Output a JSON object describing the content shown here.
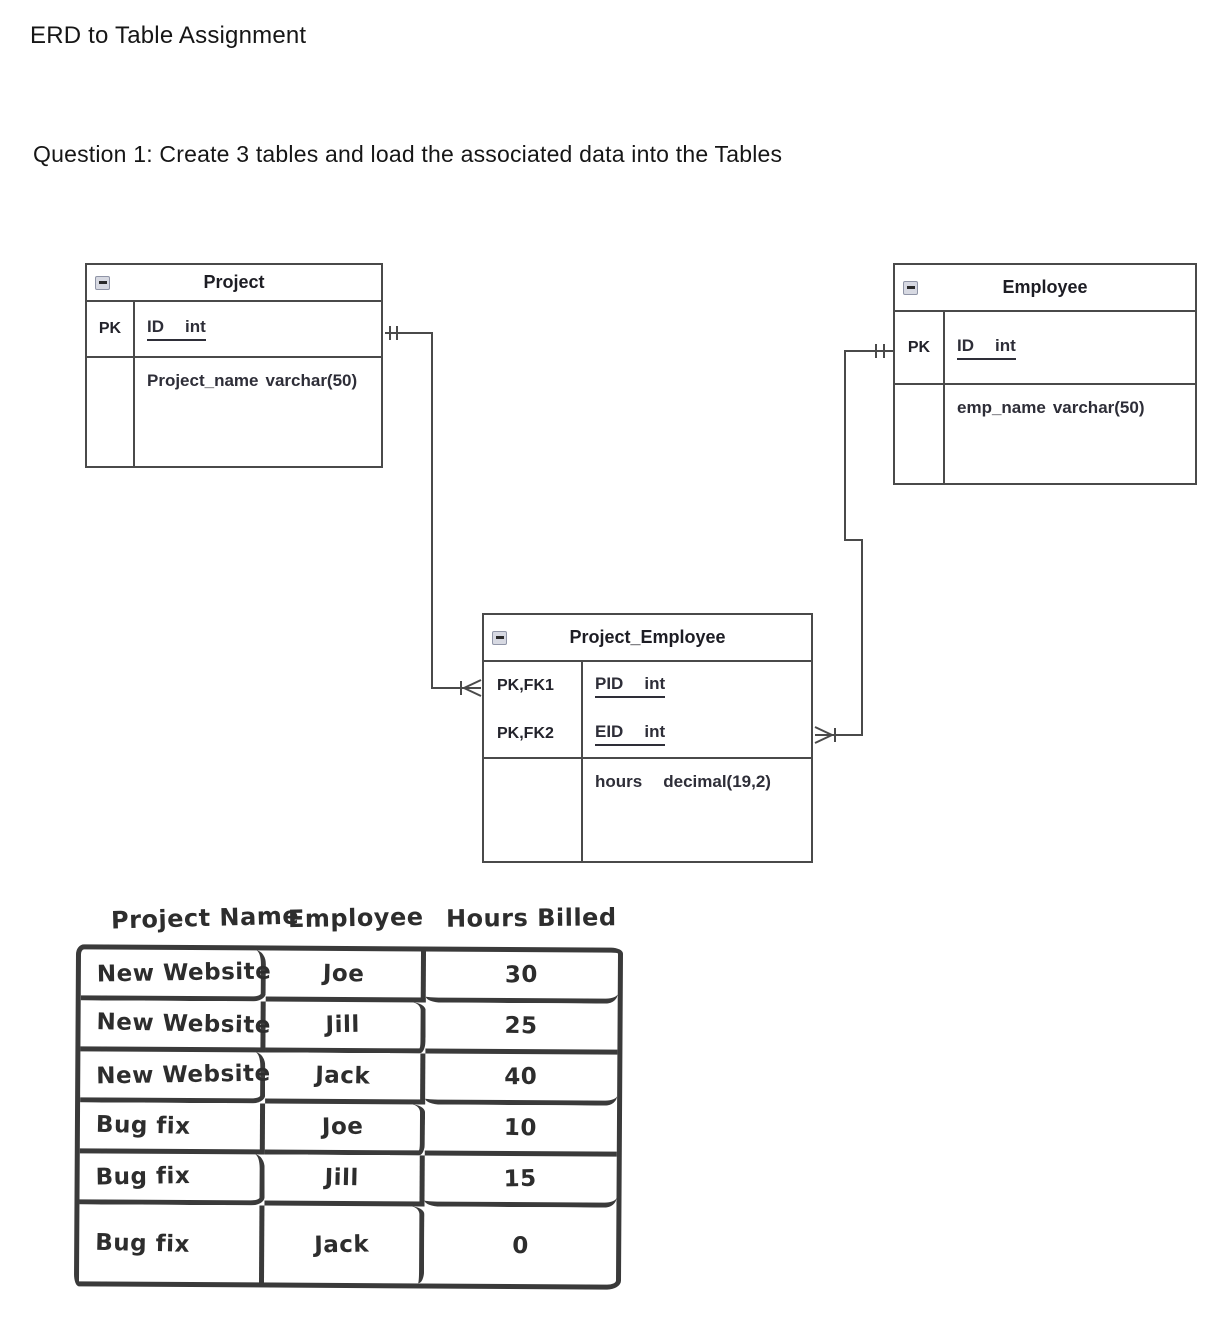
{
  "document": {
    "title": "ERD to Table Assignment",
    "question": "Question 1: Create 3 tables and load the associated data into the Tables"
  },
  "erd": {
    "entities": [
      {
        "title": "Project",
        "rows": [
          {
            "key": "PK",
            "name": "ID",
            "type": "int",
            "is_pk": true
          },
          {
            "key": "",
            "name": "Project_name",
            "type": "varchar(50)",
            "is_pk": false
          }
        ]
      },
      {
        "title": "Employee",
        "rows": [
          {
            "key": "PK",
            "name": "ID",
            "type": "int",
            "is_pk": true
          },
          {
            "key": "",
            "name": "emp_name",
            "type": "varchar(50)",
            "is_pk": false
          }
        ]
      },
      {
        "title": "Project_Employee",
        "rows": [
          {
            "key": "PK,FK1",
            "name": "PID",
            "type": "int",
            "is_pk": true
          },
          {
            "key": "PK,FK2",
            "name": "EID",
            "type": "int",
            "is_pk": true
          },
          {
            "key": "",
            "name": "hours",
            "type": "decimal(19,2)",
            "is_pk": false
          }
        ]
      }
    ],
    "relationships": [
      {
        "from": "Project",
        "to": "Project_Employee",
        "from_cardinality": "one-and-only-one",
        "to_cardinality": "one-or-many"
      },
      {
        "from": "Employee",
        "to": "Project_Employee",
        "from_cardinality": "one-and-only-one",
        "to_cardinality": "one-or-many"
      }
    ]
  },
  "hand_table": {
    "headers": [
      "Project Name",
      "Employee",
      "Hours Billed"
    ],
    "rows": [
      [
        "New Website",
        "Joe",
        "30"
      ],
      [
        "New Website",
        "Jill",
        "25"
      ],
      [
        "New Website",
        "Jack",
        "40"
      ],
      [
        "Bug fix",
        "Joe",
        "10"
      ],
      [
        "Bug fix",
        "Jill",
        "15"
      ],
      [
        "Bug fix",
        "Jack",
        "0"
      ]
    ]
  },
  "colors": {
    "entity_border": "#4a4a4a",
    "connector": "#4a4a4a",
    "text": "#1f1f1f",
    "sketch_stroke": "#3a3a3a"
  }
}
